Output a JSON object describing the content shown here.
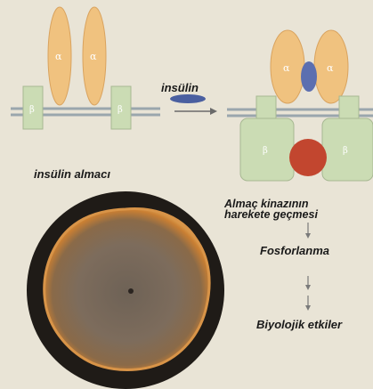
{
  "labels": {
    "insulin": "insülin",
    "receptor": "insülin almacı",
    "kinase_line1": "Almaç kinazının",
    "kinase_line2": "harekete geçmesi",
    "phosphorylation": "Fosforlanma",
    "effects": "Biyolojik etkiler"
  },
  "subunit_symbols": {
    "alpha": "α",
    "beta": "β"
  },
  "colors": {
    "background": "#e9e4d6",
    "alpha_subunit": "#f0c27f",
    "beta_subunit": "#cbdcb4",
    "membrane_line": "#9aa6ad",
    "insulin_molecule": "#4a5fa0",
    "phosphate_ball": "#c2462f",
    "cell_dish_rim": "#1f1b17",
    "cell_colony_edge": "#c97f33",
    "cell_colony_center": "#7b6a5a"
  }
}
